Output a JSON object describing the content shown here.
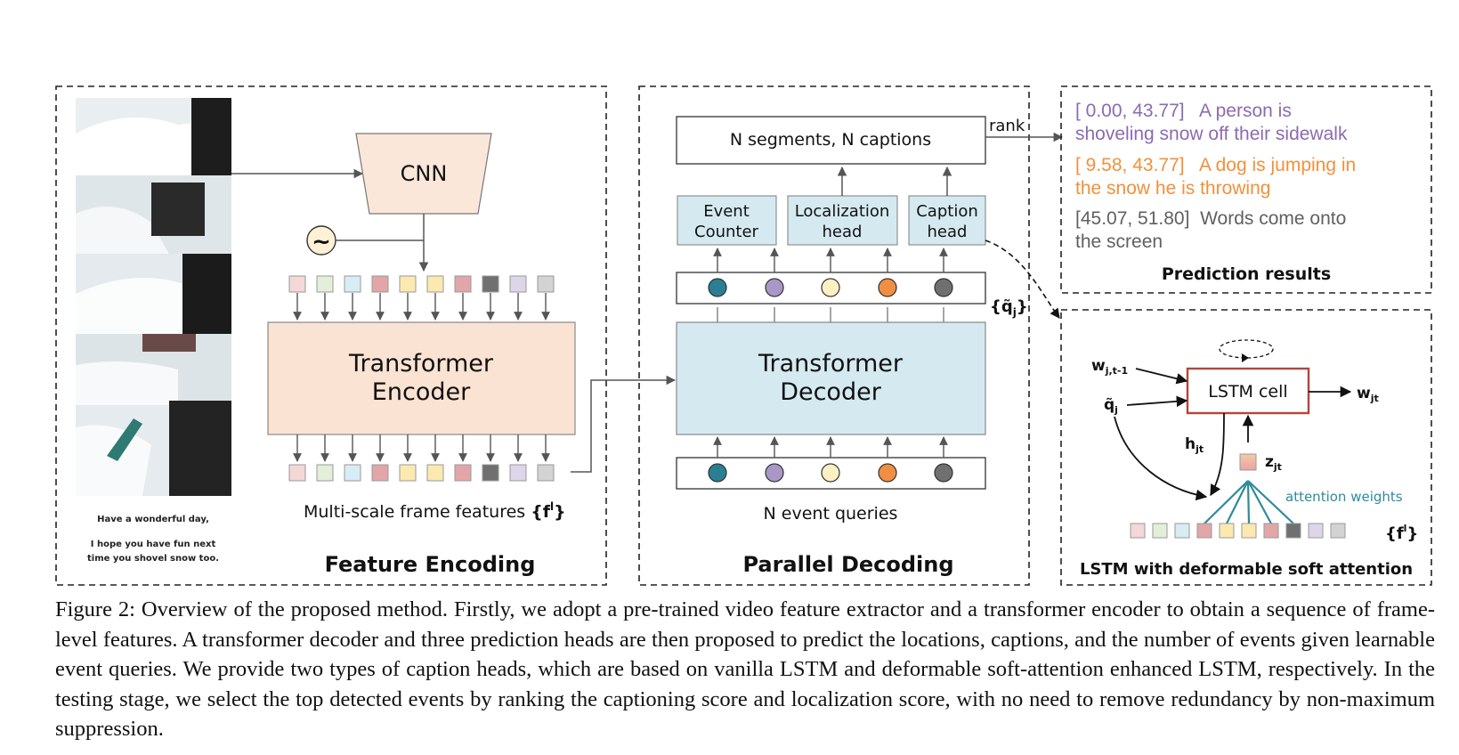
{
  "colors": {
    "cnn_fill": "#fbe7d9",
    "encoder_fill": "#fae3d2",
    "decoder_fill": "#d5eaf0",
    "head_fill": "#d5eaf0",
    "lstm_border": "#b5443a",
    "attention_teal": "#2e8b9a",
    "pred1": "#8b6bb0",
    "pred2": "#f0913b",
    "pred3": "#606060"
  },
  "feature_colors": [
    "#f4d7d7",
    "#e3efd9",
    "#d8ecf3",
    "#e2a6a8",
    "#fbe9b0",
    "#fbe9b0",
    "#e2a6a8",
    "#707070",
    "#ddd5e8",
    "#d3d3d3"
  ],
  "query_colors": [
    "#2a7f92",
    "#a997c7",
    "#fdf0c3",
    "#f08f43",
    "#707070"
  ],
  "encoding": {
    "cnn_label": "CNN",
    "pos_symbol": "~",
    "encoder_line1": "Transformer",
    "encoder_line2": "Encoder",
    "features_label": "Multi-scale frame features ",
    "features_symbol": "{f",
    "features_sup": "l",
    "features_close": "}",
    "title": "Feature Encoding",
    "frame_text_1": "Have a wonderful day,",
    "frame_text_2": "I hope you have fun next",
    "frame_text_3": "time you shovel snow too."
  },
  "decoding": {
    "output_label": "N segments, N captions",
    "rank_label": "rank",
    "head_event_1": "Event",
    "head_event_2": "Counter",
    "head_loc_1": "Localization",
    "head_loc_2": "head",
    "head_cap_1": "Caption",
    "head_cap_2": "head",
    "decoder_line1": "Transformer",
    "decoder_line2": "Decoder",
    "queries_label": "N event queries",
    "qhat_label": "{q̃",
    "qhat_sub": "j",
    "qhat_close": "}",
    "title": "Parallel Decoding"
  },
  "predictions": {
    "items": [
      {
        "line1": "[ 0.00, 43.77]   A person is",
        "line2": "shoveling snow off their sidewalk"
      },
      {
        "line1": "[ 9.58, 43.77]   A dog is jumping in",
        "line2": "the snow he is throwing"
      },
      {
        "line1": "[45.07, 51.80]  Words come onto",
        "line2": "the screen"
      }
    ],
    "title": "Prediction results"
  },
  "lstm": {
    "cell_label": "LSTM cell",
    "w_prev": "w",
    "w_prev_sub": "j,t-1",
    "q_label": "q̃",
    "q_sub": "j",
    "w_out": "w",
    "w_out_sub": "jt",
    "h_label": "h",
    "h_sub": "jt",
    "z_label": "z",
    "z_sub": "jt",
    "attention_label": "attention weights",
    "f_symbol": "{f",
    "f_sup": "l",
    "f_close": "}",
    "title": "LSTM with deformable soft attention"
  },
  "caption": "Figure 2: Overview of the proposed method. Firstly, we adopt a pre-trained video feature extractor and a transformer encoder to obtain a sequence of frame-level features. A transformer decoder and three prediction heads are then proposed to predict the locations, captions, and the number of events given learnable event queries. We provide two types of caption heads, which are based on vanilla LSTM and deformable soft-attention enhanced LSTM, respectively. In the testing stage, we select the top detected events by ranking the captioning score and localization score, with no need to remove redundancy by non-maximum suppression."
}
